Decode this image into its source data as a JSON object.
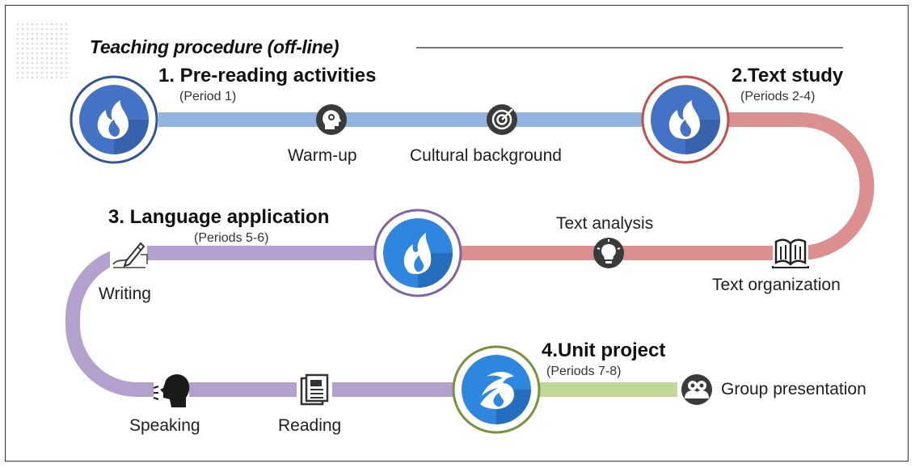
{
  "title": "Teaching procedure (off-line)",
  "stages": [
    {
      "label": "1. Pre-reading activities",
      "period": "(Period 1)",
      "color": "#2f5597",
      "track_color": "#8fb4e0"
    },
    {
      "label": "2.Text study",
      "period": "(Periods 2-4)",
      "color": "#c0504d",
      "track_color": "#db8f8f"
    },
    {
      "label": "3. Language application",
      "period": "(Periods 5-6)",
      "color": "#8064a2",
      "track_color": "#b4a0cc"
    },
    {
      "label": "4.Unit project",
      "period": "(Periods 7-8)",
      "color": "#76923c",
      "track_color": "#c4d79b"
    }
  ],
  "steps": {
    "warm_up": "Warm-up",
    "cultural_background": "Cultural background",
    "text_analysis": "Text analysis",
    "text_organization": "Text organization",
    "writing": "Writing",
    "speaking": "Speaking",
    "reading": "Reading",
    "group_presentation": "Group presentation"
  },
  "icons": {
    "stage": "flame-icon",
    "warm_up": "head-icon",
    "cultural_background": "target-icon",
    "text_analysis": "lightbulb-icon",
    "text_organization": "book-icon",
    "writing": "pen-writing-icon",
    "speaking": "speaking-head-icon",
    "reading": "newspaper-icon",
    "group_presentation": "group-icon"
  }
}
